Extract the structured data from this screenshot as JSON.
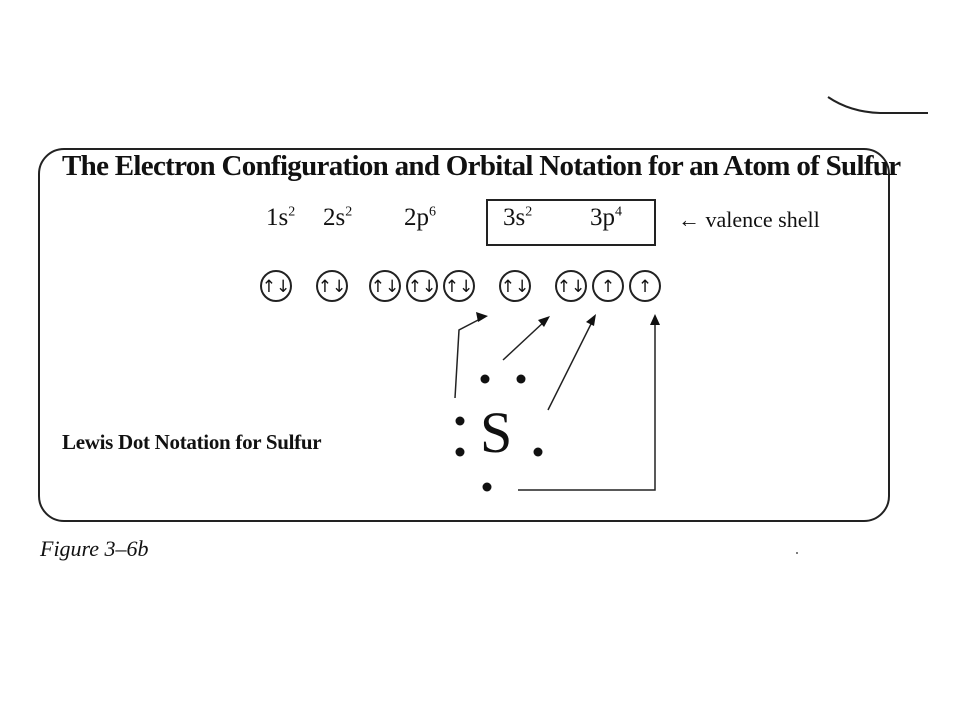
{
  "title": "The Electron Configuration and Orbital Notation for an Atom of Sulfur",
  "configuration": [
    {
      "base": "1s",
      "sup": "2"
    },
    {
      "base": "2s",
      "sup": "2"
    },
    {
      "base": "2p",
      "sup": "6"
    },
    {
      "base": "3s",
      "sup": "2"
    },
    {
      "base": "3p",
      "sup": "4"
    }
  ],
  "valence_label": "← valence shell",
  "orbitals": {
    "1s": [
      "↑↓"
    ],
    "2s": [
      "↑↓"
    ],
    "2p": [
      "↑↓",
      "↑↓",
      "↑↓"
    ],
    "3s": [
      "↑↓"
    ],
    "3p": [
      "↑↓",
      "↑",
      "↑"
    ]
  },
  "lewis_label": "Lewis Dot Notation for Sulfur",
  "lewis_symbol": "S",
  "caption": "Figure 3–6b"
}
